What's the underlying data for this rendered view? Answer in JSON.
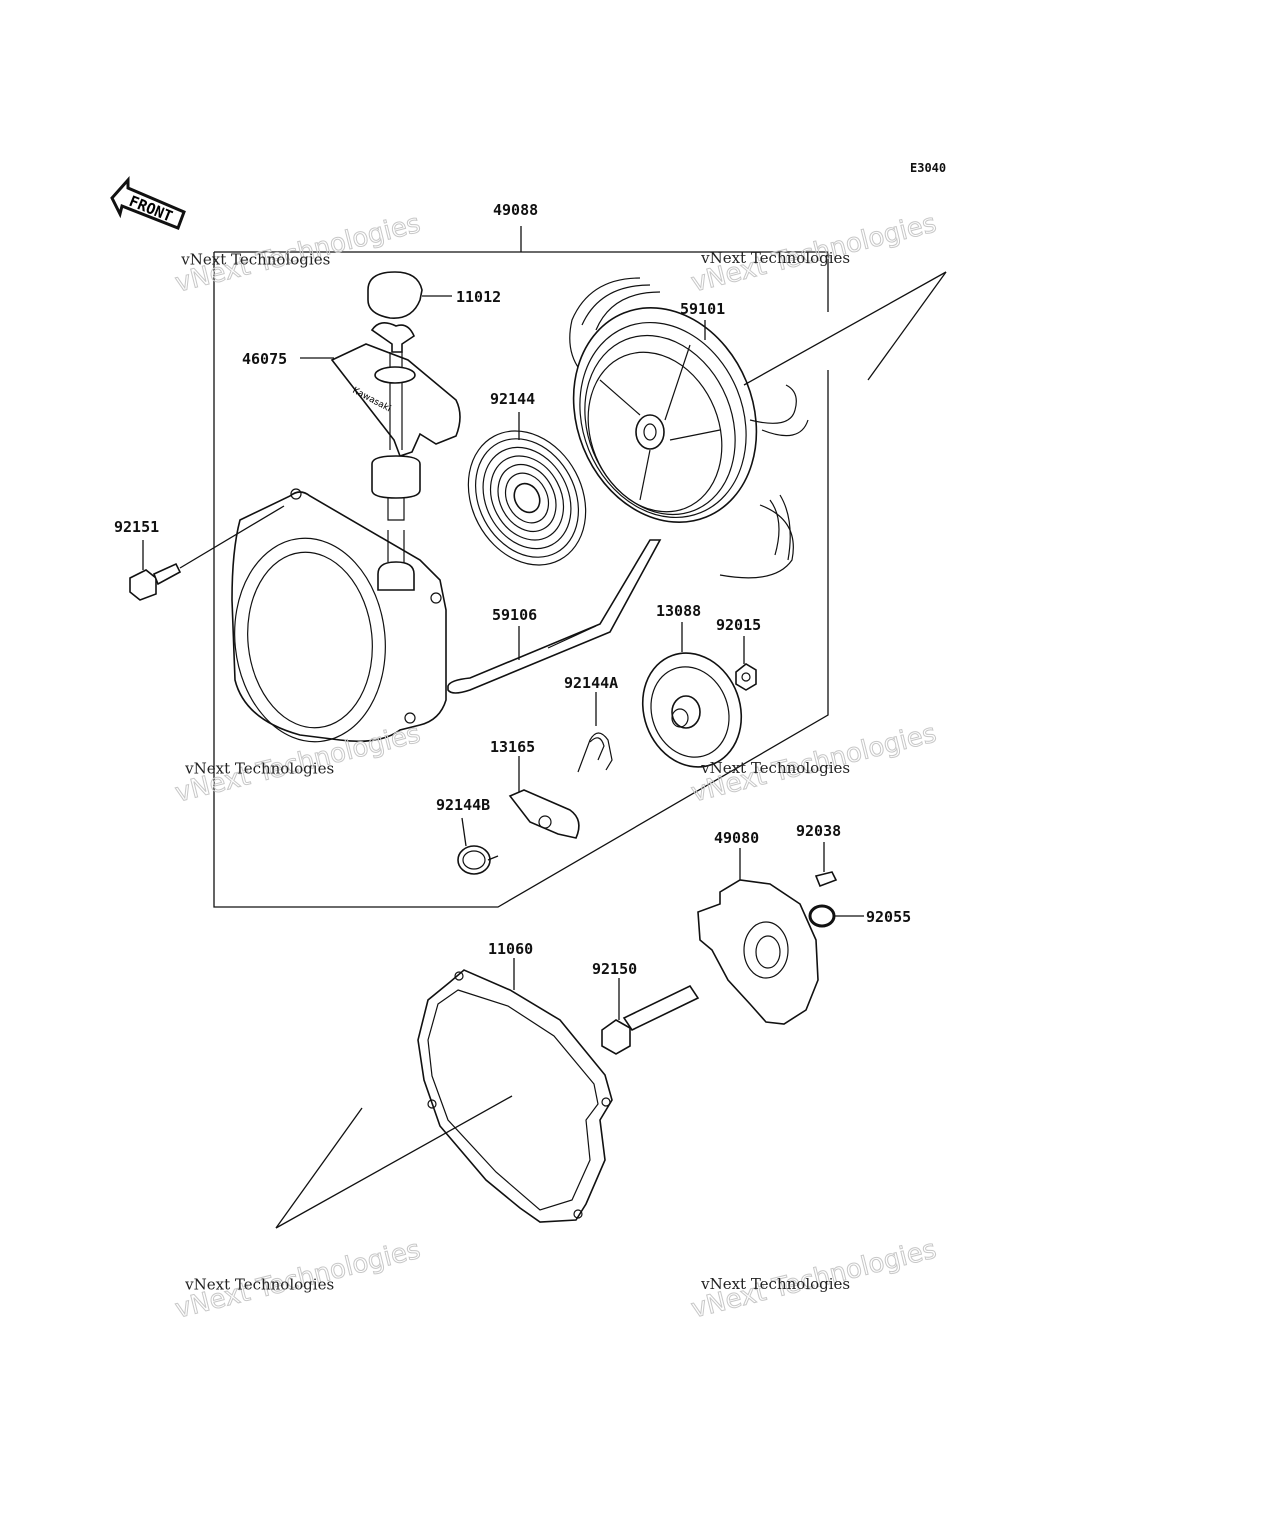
{
  "diagram_code": "E3040",
  "front_label": "FRONT",
  "brand_text": "Kawasaki",
  "watermark": {
    "line1": "vNext Technologies",
    "line2": "vNext Technologies"
  },
  "parts": {
    "p49088": "49088",
    "p11012": "11012",
    "p46075": "46075",
    "p59101": "59101",
    "p92144": "92144",
    "p92151": "92151",
    "p59106": "59106",
    "p13088": "13088",
    "p92015": "92015",
    "p92144A": "92144A",
    "p13165": "13165",
    "p92144B": "92144B",
    "p49080": "49080",
    "p92038": "92038",
    "p92055": "92055",
    "p11060": "11060",
    "p92150": "92150"
  }
}
